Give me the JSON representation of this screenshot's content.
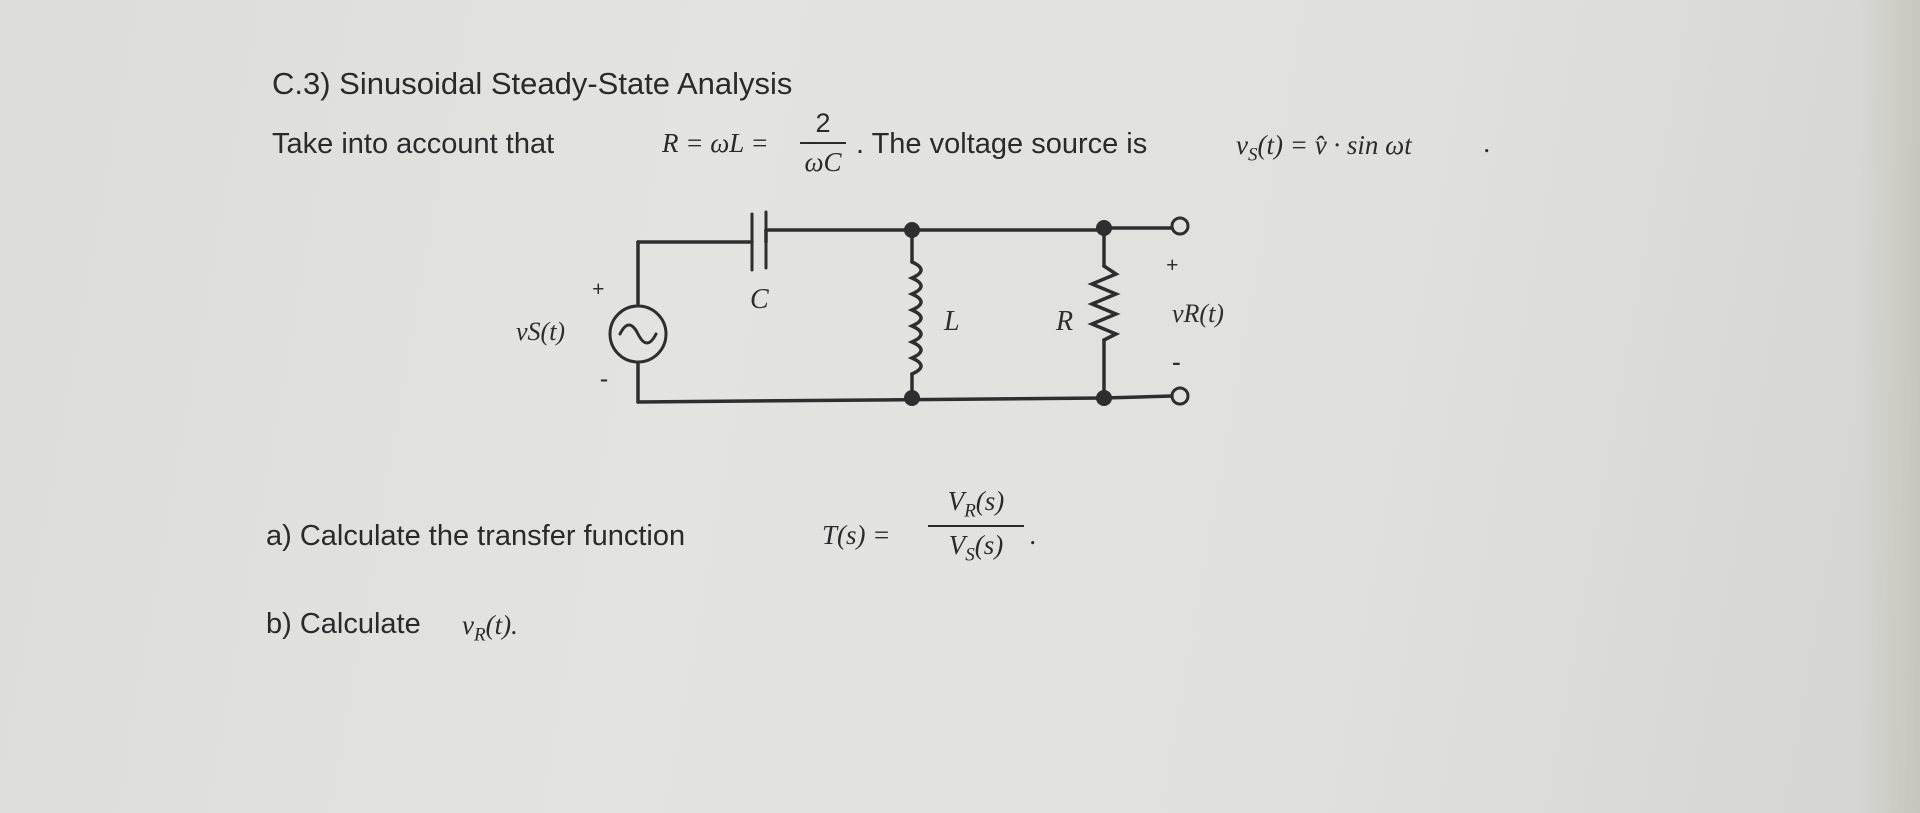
{
  "heading": "C.3) Sinusoidal Steady-State Analysis",
  "intro": {
    "prefix": "Take into account that",
    "relation_lhs": "R = ωL =",
    "fraction_num": "2",
    "fraction_den": "ωC",
    "middle": ". The voltage source is",
    "source_expr": "v",
    "source_sub": "S",
    "source_rhs": "(t) = v̂ · sin ωt",
    "end": "."
  },
  "circuit": {
    "source_label": "vS(t)",
    "source_plus": "+",
    "source_minus": "-",
    "capacitor_label": "C",
    "inductor_label": "L",
    "resistor_label": "R",
    "output_label": "vR(t)",
    "output_plus": "+",
    "output_minus": "-"
  },
  "question_a": {
    "text": "a) Calculate the transfer function",
    "lhs": "T(s) =",
    "num": "V",
    "num_sub": "R",
    "num_arg": "(s)",
    "den": "V",
    "den_sub": "S",
    "den_arg": "(s)",
    "end": "."
  },
  "question_b": {
    "text": "b) Calculate",
    "expr": "v",
    "expr_sub": "R",
    "expr_arg": "(t)",
    "end": "."
  }
}
